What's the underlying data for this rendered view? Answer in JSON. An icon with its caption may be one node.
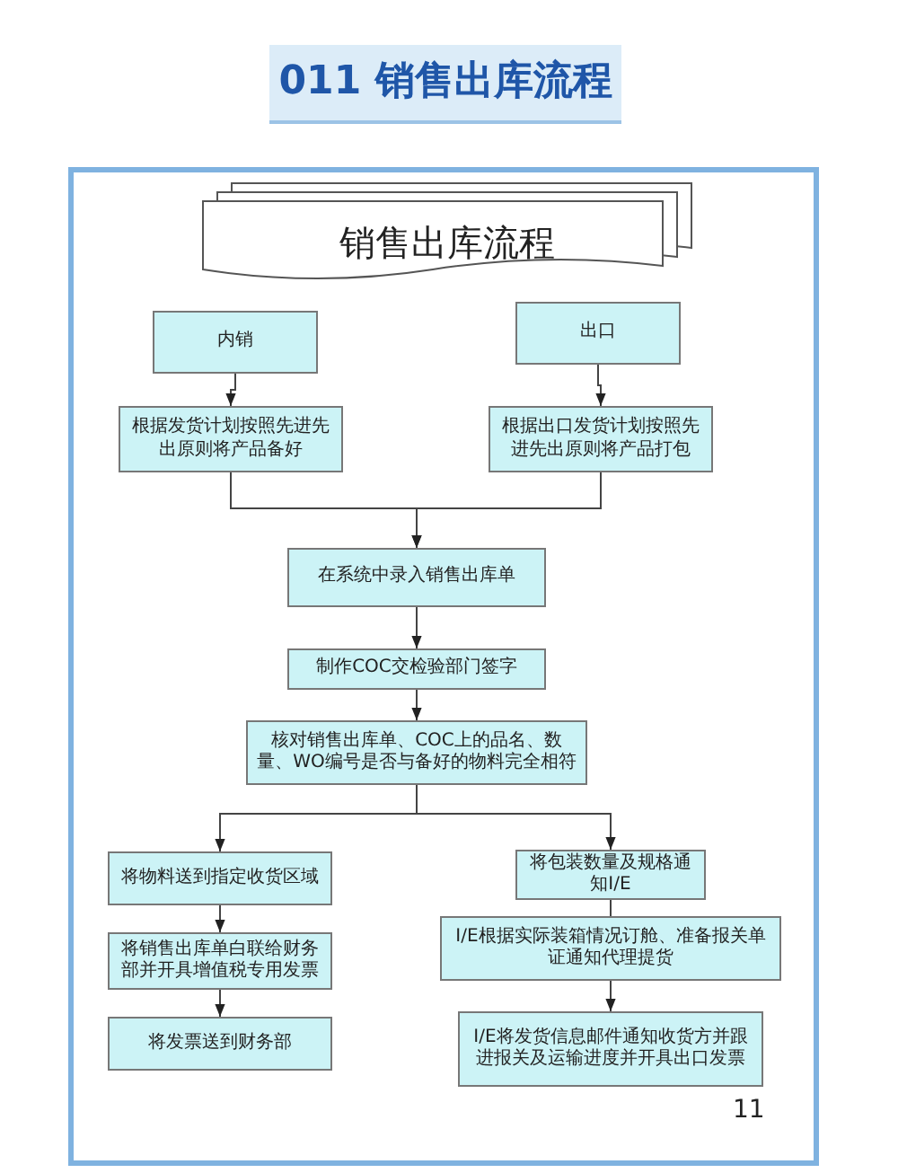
{
  "diagram": {
    "title": "011 销售出库流程",
    "nodes": [
      {
        "text": [
          "销售出库流程"
        ]
      },
      {
        "text": [
          "内销"
        ]
      },
      {
        "text": [
          "出口"
        ]
      },
      {
        "text": [
          "根据发货计划按照先进先出原则将产品备好"
        ]
      },
      {
        "text": [
          "根据出口发货计划按照先进先出原则将产品打包"
        ]
      },
      {
        "text": [
          "在系统中录入销售出库单"
        ]
      },
      {
        "text": [
          "制作COC交检验部门签字"
        ]
      },
      {
        "text": [
          "核对销售出库单、COC上的品名、数量、WO编号是否与备好的物料完全相符"
        ]
      },
      {
        "text": [
          "将物料送到指定收货区域"
        ]
      },
      {
        "text": [
          "将包装数量及规格通知I/E"
        ]
      },
      {
        "text": [
          "将销售出库单白联给财务部并开具增值税专用发票"
        ]
      },
      {
        "text": [
          "I/E根据实际装箱情况订舱、准备报关单证通知代理提货"
        ]
      },
      {
        "text": [
          "将发票送到财务部"
        ]
      },
      {
        "text": [
          "I/E将发货信息邮件通知收货方并跟进报关及运输进度并开具出口发票"
        ]
      }
    ],
    "edges": [
      {
        "from": 1,
        "to": 3,
        "arrow": "to"
      },
      {
        "from": 2,
        "to": 4,
        "arrow": "to"
      },
      {
        "from": 3,
        "to": 5,
        "arrow": "to"
      },
      {
        "from": 4,
        "to": 5,
        "arrow": "to"
      },
      {
        "from": 5,
        "to": 6,
        "arrow": "to"
      },
      {
        "from": 6,
        "to": 7,
        "arrow": "to"
      },
      {
        "from": 7,
        "to": 8,
        "arrow": "to"
      },
      {
        "from": 7,
        "to": 9,
        "arrow": "to"
      },
      {
        "from": 8,
        "to": 10,
        "arrow": "to"
      },
      {
        "from": 10,
        "to": 12,
        "arrow": "to"
      },
      {
        "from": 9,
        "to": 11,
        "arrow": "none"
      },
      {
        "from": 11,
        "to": 13,
        "arrow": "to"
      }
    ],
    "labels": [
      "11"
    ]
  }
}
